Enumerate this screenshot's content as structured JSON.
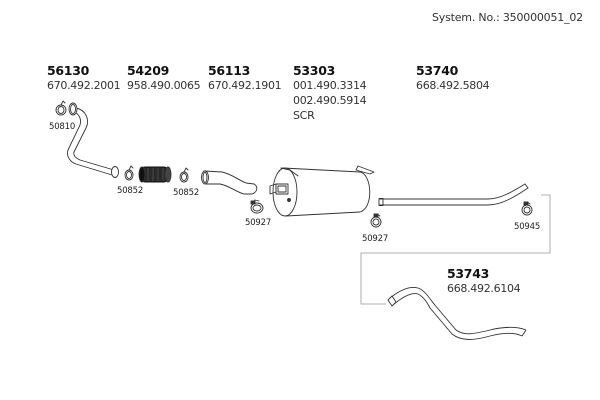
{
  "system_number": "System. No.: 350000051_02",
  "parts": [
    {
      "id": "56130",
      "refs": [
        "670.492.2001"
      ]
    },
    {
      "id": "54209",
      "refs": [
        "958.490.0065"
      ]
    },
    {
      "id": "56113",
      "refs": [
        "670.492.1901"
      ]
    },
    {
      "id": "53303",
      "refs": [
        "001.490.3314",
        "002.490.5914",
        "SCR"
      ]
    },
    {
      "id": "53740",
      "refs": [
        "668.492.5804"
      ]
    },
    {
      "id": "53743",
      "refs": [
        "668.492.6104"
      ]
    }
  ],
  "clamps": [
    {
      "id": "50810"
    },
    {
      "id": "50852"
    },
    {
      "id": "50852"
    },
    {
      "id": "50927"
    },
    {
      "id": "50927"
    },
    {
      "id": "50945"
    }
  ]
}
